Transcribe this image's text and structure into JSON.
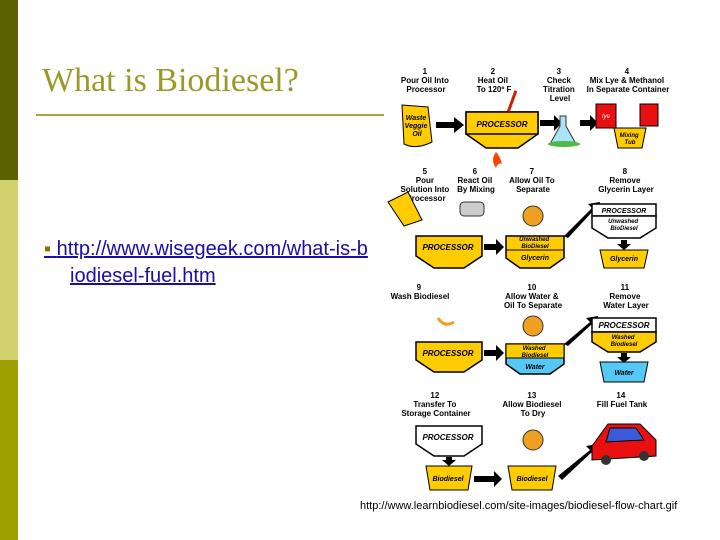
{
  "colors": {
    "band_dark": "#5c6100",
    "band_light": "#d1d16e",
    "band_mid": "#9ea000",
    "title": "#999a28",
    "yellow": "#ffcc00",
    "water": "#55c8f5"
  },
  "slide": {
    "title": "What is Biodiesel?",
    "link_text": "http://www.wisegeek.com/what-is-biodiesel-fuel.htm",
    "caption": "http://www.learnbiodiesel.com/site-images/biodiesel-flow-chart.gif"
  },
  "flow": {
    "steps": [
      {
        "num": "1",
        "lines": [
          "Pour Oil Into",
          "Processor"
        ]
      },
      {
        "num": "2",
        "lines": [
          "Heat Oil",
          "To 120º F"
        ]
      },
      {
        "num": "3",
        "lines": [
          "Check",
          "Titration",
          "Level"
        ]
      },
      {
        "num": "4",
        "lines": [
          "Mix Lye & Methanol",
          "In Separate Container"
        ]
      },
      {
        "num": "5",
        "lines": [
          "Pour",
          "Solution Into",
          "Processor"
        ]
      },
      {
        "num": "6",
        "lines": [
          "React Oil",
          "By Mixing"
        ]
      },
      {
        "num": "7",
        "lines": [
          "Allow Oil To",
          "Separate"
        ]
      },
      {
        "num": "8",
        "lines": [
          "Remove",
          "Glycerin Layer"
        ]
      },
      {
        "num": "9",
        "lines": [
          "Wash Biodiesel"
        ]
      },
      {
        "num": "10",
        "lines": [
          "Allow Water &",
          "Oil To Separate"
        ]
      },
      {
        "num": "11",
        "lines": [
          "Remove",
          "Water Layer"
        ]
      },
      {
        "num": "12",
        "lines": [
          "Transfer To",
          "Storage Container"
        ]
      },
      {
        "num": "13",
        "lines": [
          "Allow Biodiesel",
          "To Dry"
        ]
      },
      {
        "num": "14",
        "lines": [
          "Fill Fuel Tank"
        ]
      }
    ],
    "labels": {
      "waste_oil": [
        "Waste",
        "Veggie",
        "Oil"
      ],
      "processor": "PROCESSOR",
      "mixing_tub": [
        "Mixing",
        "Tub"
      ],
      "lye": "lye",
      "unwashed": [
        "Unwashed",
        "BioDiesel"
      ],
      "glycerin": "Glycerin",
      "washed": [
        "Washed",
        "Biodiesel"
      ],
      "water": "Water",
      "biodiesel": "Biodiesel"
    }
  }
}
